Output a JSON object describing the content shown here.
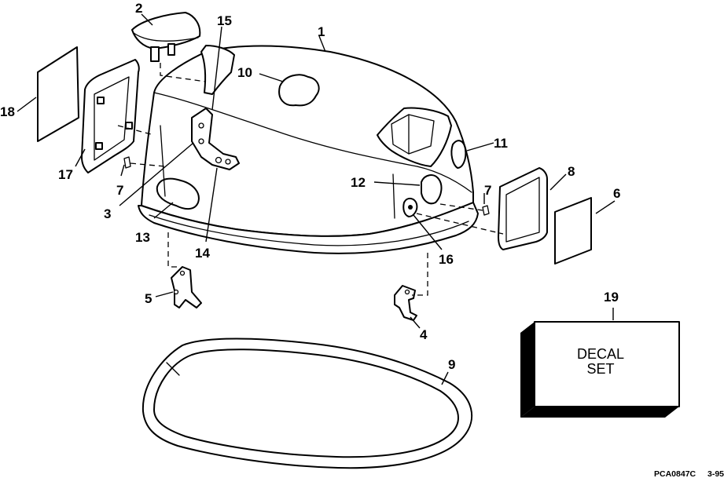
{
  "callouts": {
    "c1": "1",
    "c2": "2",
    "c3": "3",
    "c4": "4",
    "c5": "5",
    "c6": "6",
    "c7a": "7",
    "c7b": "7",
    "c8": "8",
    "c9": "9",
    "c10": "10",
    "c11": "11",
    "c12": "12",
    "c13": "13",
    "c14": "14",
    "c15": "15",
    "c16": "16",
    "c17": "17",
    "c18": "18",
    "c19": "19"
  },
  "decal_box": {
    "line1": "DECAL",
    "line2": "SET"
  },
  "footer": {
    "ref_code": "PCA0847C",
    "date": "3-95"
  }
}
